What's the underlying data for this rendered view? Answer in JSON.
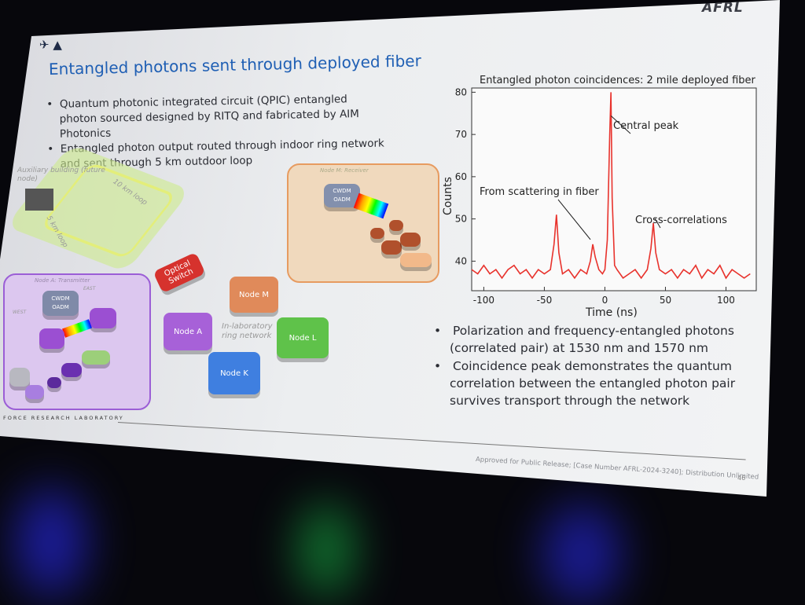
{
  "slide": {
    "brand": "AFRL",
    "title": "Entangled photons sent through deployed fiber",
    "bullets_top": [
      "Quantum photonic integrated circuit (QPIC) entangled photon sourced designed by RITQ and fabricated by AIM Photonics",
      "Entangled photon output routed through indoor ring network and sent through 5 km outdoor loop"
    ],
    "bullets_bottom": [
      "Polarization and frequency-entangled photons (correlated pair) at 1530 nm and 1570 nm",
      "Coincidence peak demonstrates the quantum correlation between the entangled photon pair survives transport through the network"
    ],
    "footer_lab": "FORCE RESEARCH LABORATORY",
    "footer": "Approved for Public Release; [Case Number AFRL-2024-3240]; Distribution Unlimited",
    "page": "46"
  },
  "diagram": {
    "aux_building": "Auxiliary building (future node)",
    "loop10": "10 km loop",
    "loop5": "5 km loop",
    "optical_switch": "Optical Switch",
    "node_a": "Node A",
    "node_k": "Node K",
    "node_l": "Node L",
    "node_m": "Node M",
    "ring": "In-laboratory ring network",
    "receiver": "Node M: Receiver",
    "transmitter": "Node A: Transmitter",
    "cwdm": "CWDM OADM",
    "west": "WEST",
    "east": "EAST"
  },
  "chart_data": {
    "type": "line",
    "title": "Entangled photon coincidences: 2 mile deployed fiber",
    "xlabel": "Time (ns)",
    "ylabel": "Counts",
    "xlim": [
      -110,
      125
    ],
    "ylim": [
      33,
      81
    ],
    "xticks": [
      -100,
      -50,
      0,
      50,
      100
    ],
    "yticks": [
      40,
      50,
      60,
      70,
      80
    ],
    "color": "#e8322c",
    "x": [
      -110,
      -105,
      -100,
      -95,
      -90,
      -85,
      -80,
      -75,
      -70,
      -65,
      -60,
      -55,
      -50,
      -45,
      -42,
      -40,
      -38,
      -35,
      -30,
      -25,
      -20,
      -15,
      -12,
      -10,
      -8,
      -5,
      -2,
      0,
      2,
      4,
      5,
      6,
      8,
      10,
      15,
      20,
      25,
      30,
      35,
      38,
      40,
      42,
      45,
      50,
      55,
      60,
      65,
      70,
      75,
      80,
      85,
      90,
      95,
      100,
      105,
      110,
      115,
      120
    ],
    "y": [
      38,
      37,
      39,
      37,
      38,
      36,
      38,
      39,
      37,
      38,
      36,
      38,
      37,
      38,
      44,
      51,
      42,
      37,
      38,
      36,
      38,
      37,
      40,
      44,
      41,
      38,
      37,
      38,
      45,
      70,
      80,
      55,
      39,
      38,
      36,
      37,
      38,
      36,
      38,
      43,
      49,
      42,
      38,
      37,
      38,
      36,
      38,
      37,
      39,
      36,
      38,
      37,
      39,
      36,
      38,
      37,
      36,
      37
    ],
    "annotations": [
      {
        "text": "Central peak",
        "x": 5,
        "y": 80
      },
      {
        "text": "From scattering in fiber",
        "x": -10,
        "y": 44
      },
      {
        "text": "Cross-correlations",
        "x": 40,
        "y": 49
      }
    ]
  }
}
